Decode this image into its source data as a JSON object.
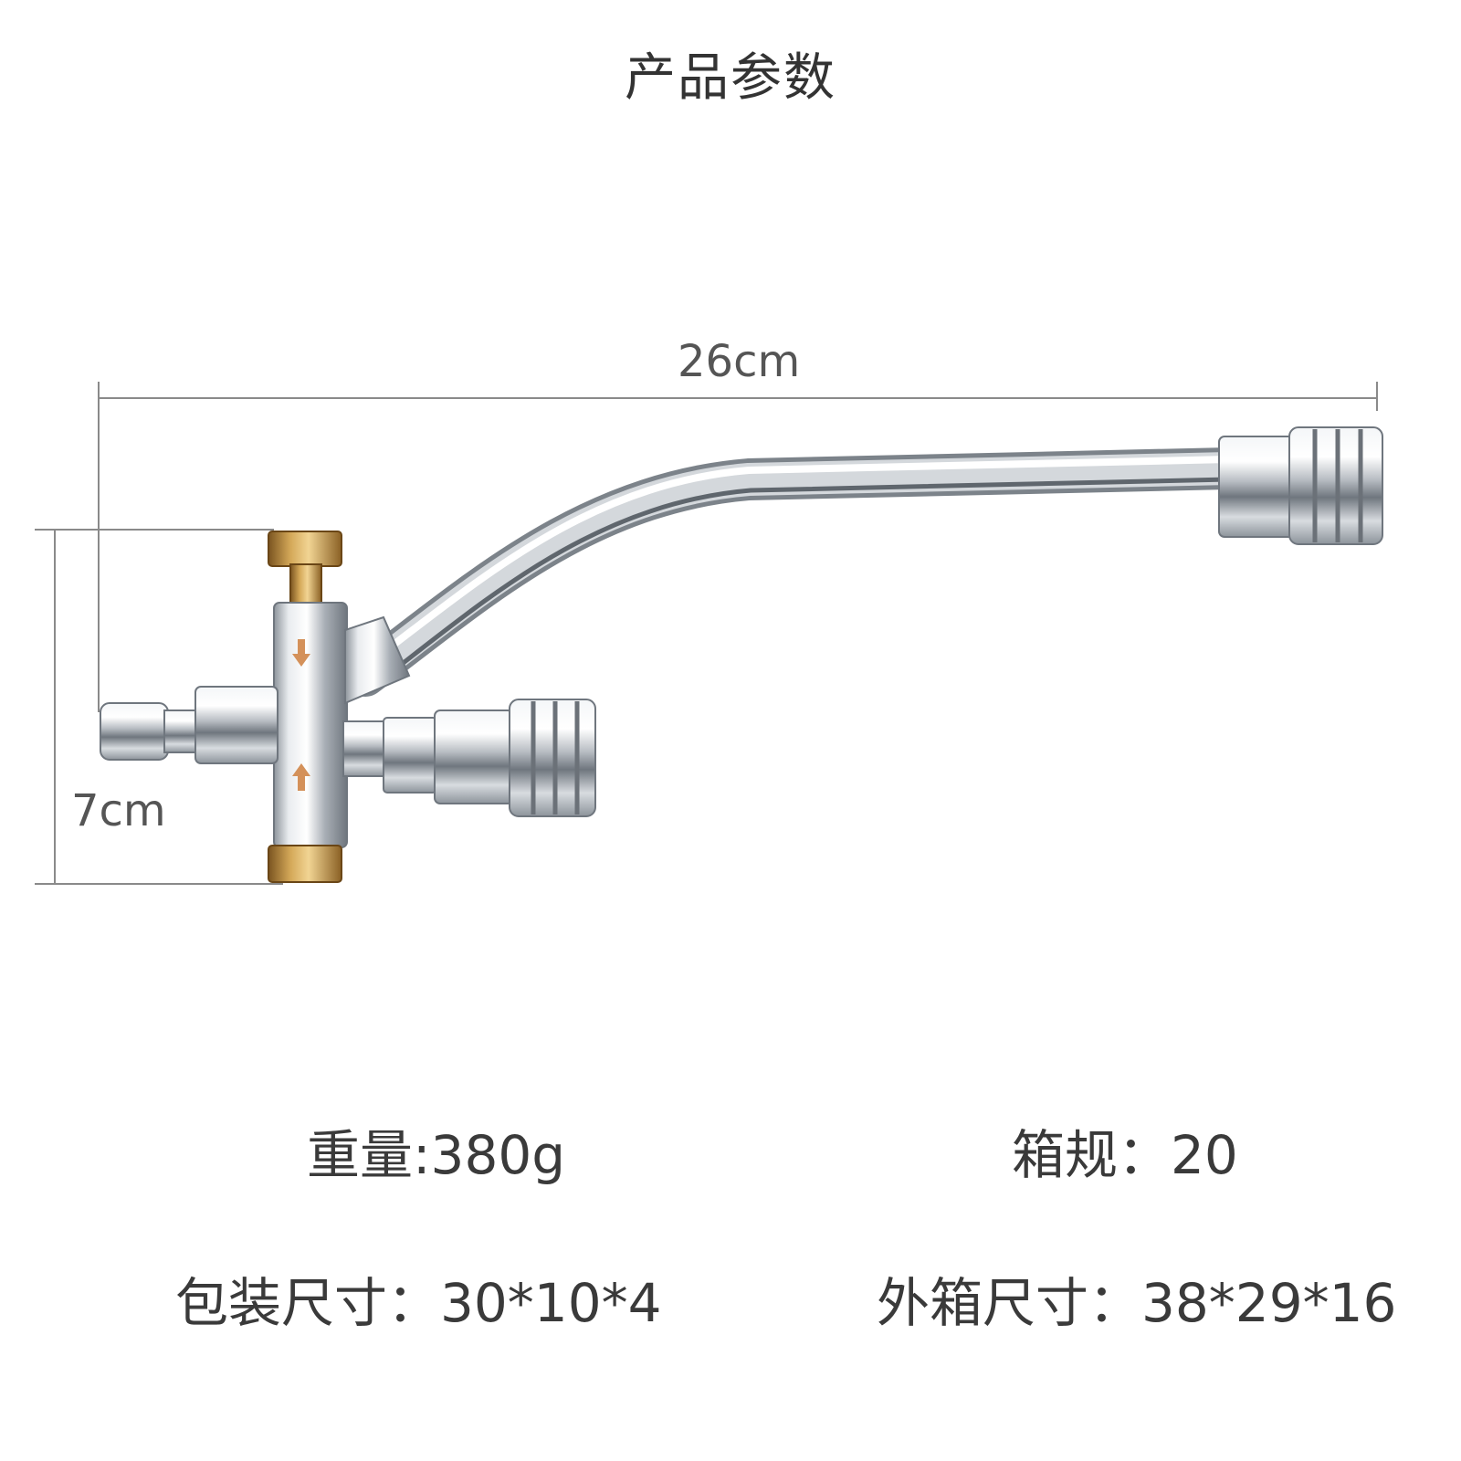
{
  "title": "产品参数",
  "dimensions": {
    "width_label": "26cm",
    "height_label": "7cm"
  },
  "specs": {
    "weight": "重量:380g",
    "carton_qty": "箱规：20",
    "package_size": "包装尺寸：30*10*4",
    "outer_box_size": "外箱尺寸：38*29*16"
  },
  "colors": {
    "chrome": "#c9ccd0",
    "brass": "#b8893e",
    "text": "#3a3a3a",
    "dimension_line": "#8a8a8a"
  }
}
